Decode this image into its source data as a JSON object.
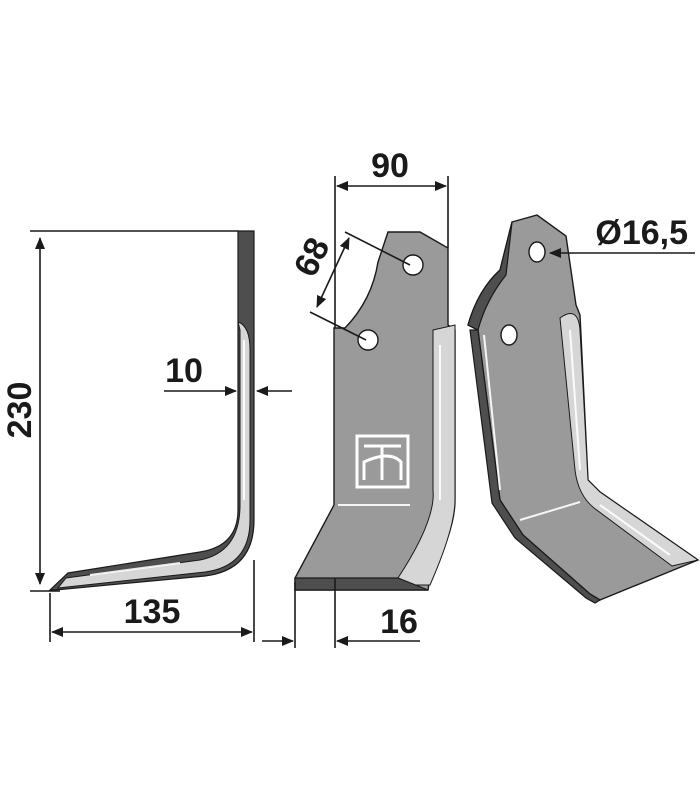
{
  "dimensions": {
    "height": "230",
    "bottom_length": "135",
    "thickness": "10",
    "top_width": "90",
    "hole_spacing": "68",
    "blade_width": "16",
    "hole_diameter": "Ø16,5"
  },
  "colors": {
    "steel": "#9a9a9a",
    "steel_dark": "#4e4e4e",
    "steel_light": "#d6d6d6",
    "ink": "#1a1a1a"
  },
  "icons": {
    "logo": "manufacturer-logo-icon"
  }
}
